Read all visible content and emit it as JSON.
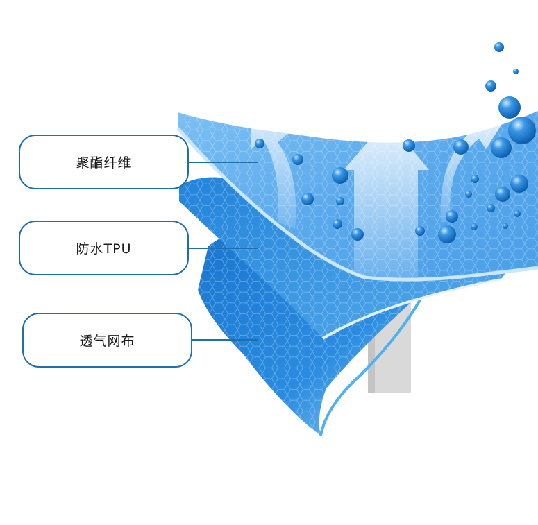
{
  "layers": [
    {
      "label": "聚酯纤维"
    },
    {
      "label": "防水TPU"
    },
    {
      "label": "透气网布"
    }
  ],
  "colors": {
    "outline": "#1f6fa8",
    "layer_top": "#5aa9ec",
    "layer_middle": "#2f8ee0",
    "layer_bottom": "#1f84d8",
    "droplet": "#1e7fd4",
    "arrow": "#ffffff"
  },
  "icons": [
    "vapor-arrow-icon",
    "water-droplet-icon"
  ]
}
